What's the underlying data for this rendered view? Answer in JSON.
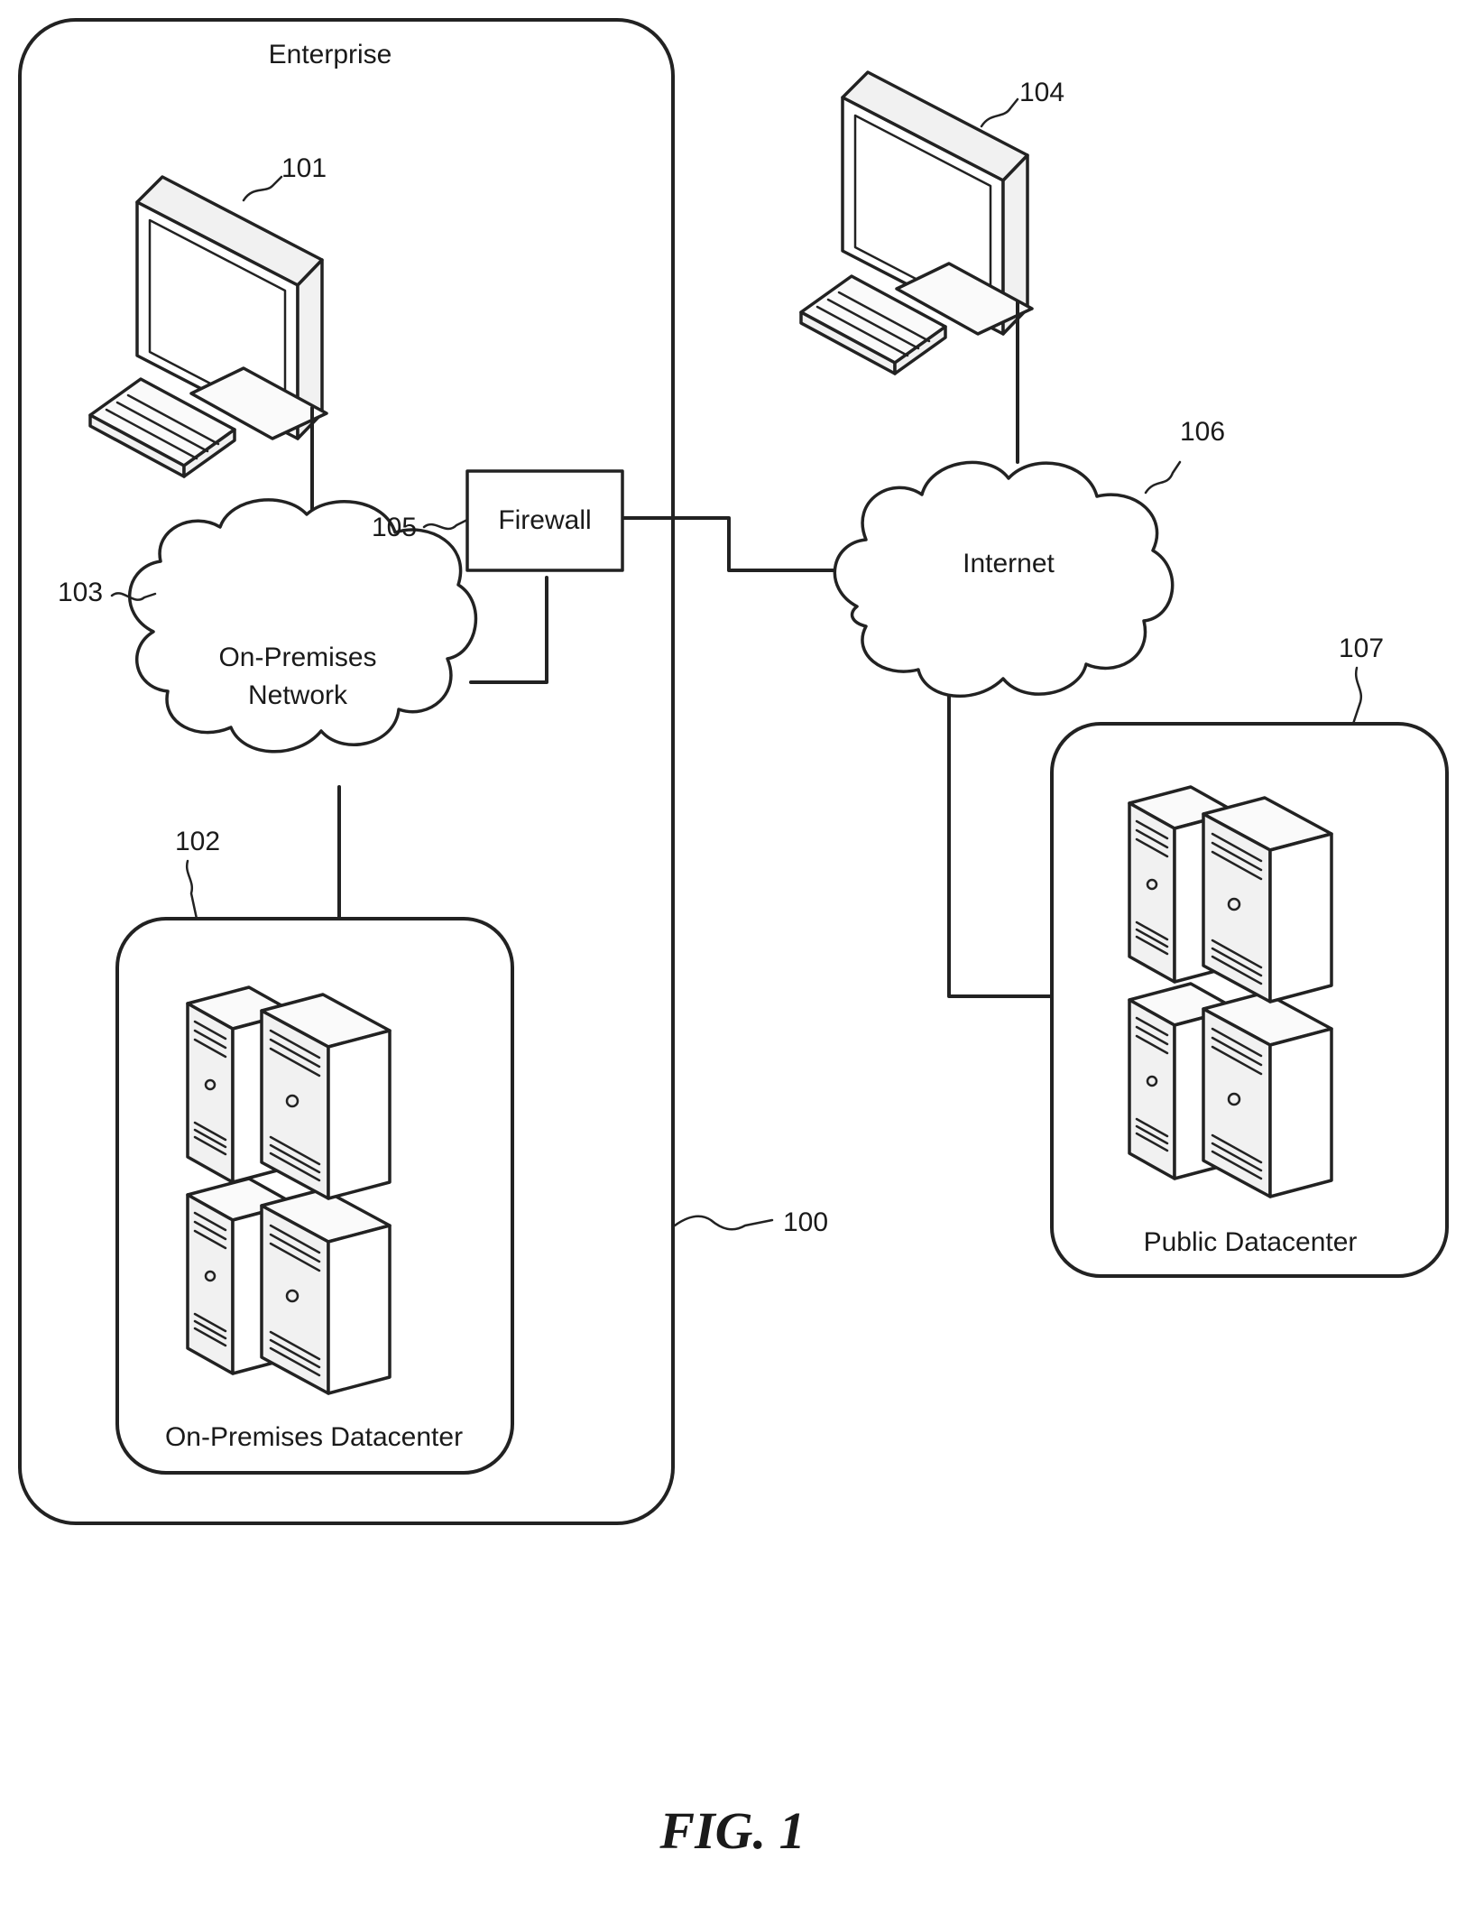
{
  "labels": {
    "enterprise": "Enterprise",
    "firewall": "Firewall",
    "internet": "Internet",
    "on_premises_network_line1": "On-Premises",
    "on_premises_network_line2": "Network",
    "on_premises_datacenter": "On-Premises Datacenter",
    "public_datacenter": "Public Datacenter",
    "figure_caption": "FIG.  1"
  },
  "refs": {
    "system": "100",
    "computer_enterprise": "101",
    "on_premises_datacenter": "102",
    "on_premises_network": "103",
    "computer_external": "104",
    "firewall": "105",
    "internet": "106",
    "public_datacenter": "107"
  }
}
